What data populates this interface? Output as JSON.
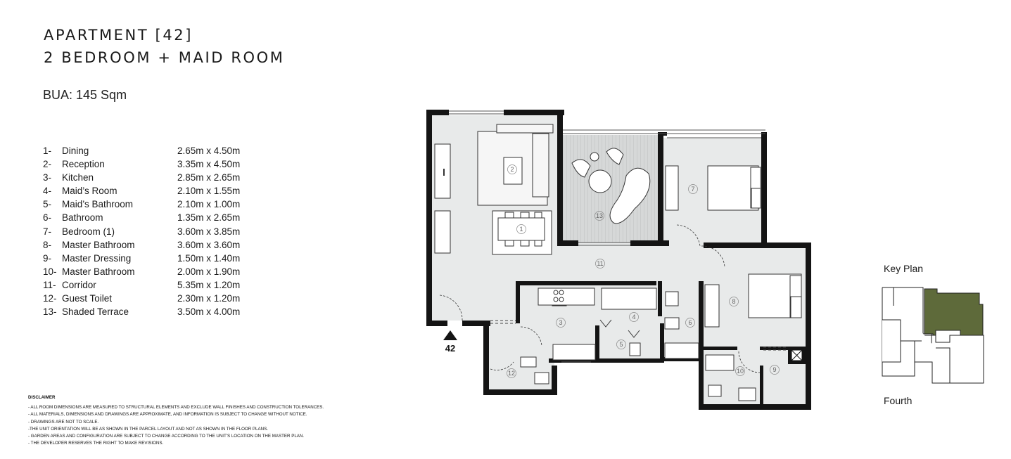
{
  "header": {
    "apartment": "APARTMENT [42]",
    "type": "2 BEDROOM + MAID ROOM",
    "bua": "BUA: 145 Sqm"
  },
  "rooms": [
    {
      "num": "1-",
      "name": "Dining",
      "dim": "2.65m x 4.50m"
    },
    {
      "num": "2-",
      "name": "Reception",
      "dim": "3.35m x 4.50m"
    },
    {
      "num": "3-",
      "name": "Kitchen",
      "dim": "2.85m x 2.65m"
    },
    {
      "num": "4-",
      "name": "Maid’s Room",
      "dim": "2.10m x 1.55m"
    },
    {
      "num": "5-",
      "name": "Maid’s Bathroom",
      "dim": "2.10m x 1.00m"
    },
    {
      "num": "6-",
      "name": "Bathroom",
      "dim": "1.35m x 2.65m"
    },
    {
      "num": "7-",
      "name": "Bedroom (1)",
      "dim": "3.60m x 3.85m"
    },
    {
      "num": "8-",
      "name": "Master Bathroom",
      "dim": "3.60m x 3.60m"
    },
    {
      "num": "9-",
      "name": "Master Dressing",
      "dim": "1.50m x 1.40m"
    },
    {
      "num": "10-",
      "name": "Master Bathroom",
      "dim": "2.00m x 1.90m"
    },
    {
      "num": "11-",
      "name": "Corridor",
      "dim": "5.35m x 1.20m"
    },
    {
      "num": "12-",
      "name": "Guest Toilet",
      "dim": "2.30m x 1.20m"
    },
    {
      "num": "13-",
      "name": "Shaded Terrace",
      "dim": "3.50m x 4.00m"
    }
  ],
  "disclaimer": {
    "title": "DISCLAIMER",
    "lines": [
      "- ALL ROOM DIMENSIONS ARE MEASURED TO STRUCTURAL ELEMENTS AND EXCLUDE WALL FINISHES AND CONSTRUCTION TOLERANCES.",
      "- ALL MATERIALS, DIMENSIONS AND DRAWINGS ARE APPROXIMATE, AND INFORMATION IS SUBJECT TO CHANGE WITHOUT NOTICE.",
      "- DRAWINGS ARE NOT TO SCALE.",
      "-THE UNIT ORIENTATION WILL BE AS SHOWN IN THE PARCEL LAYOUT AND NOT AS SHOWN IN THE FLOOR PLANS.",
      "- GARDEN AREAS AND CONFIGURATION ARE SUBJECT TO CHANGE ACCORDING TO THE UNIT'S LOCATION ON THE MASTER PLAN.",
      "- THE DEVELOPER RESERVES THE RIGHT TO MAKE REVISIONS."
    ]
  },
  "plan": {
    "entrance_label": "42",
    "room_labels": [
      "1",
      "2",
      "3",
      "4",
      "5",
      "6",
      "7",
      "8",
      "9",
      "10",
      "11",
      "12",
      "13"
    ],
    "colors": {
      "wall": "#141414",
      "floor": "#e8eaea",
      "terrace": "#cfd1d1",
      "highlight": "#5e6a3a"
    }
  },
  "keyplan": {
    "title": "Key Plan",
    "floor": "Fourth"
  }
}
